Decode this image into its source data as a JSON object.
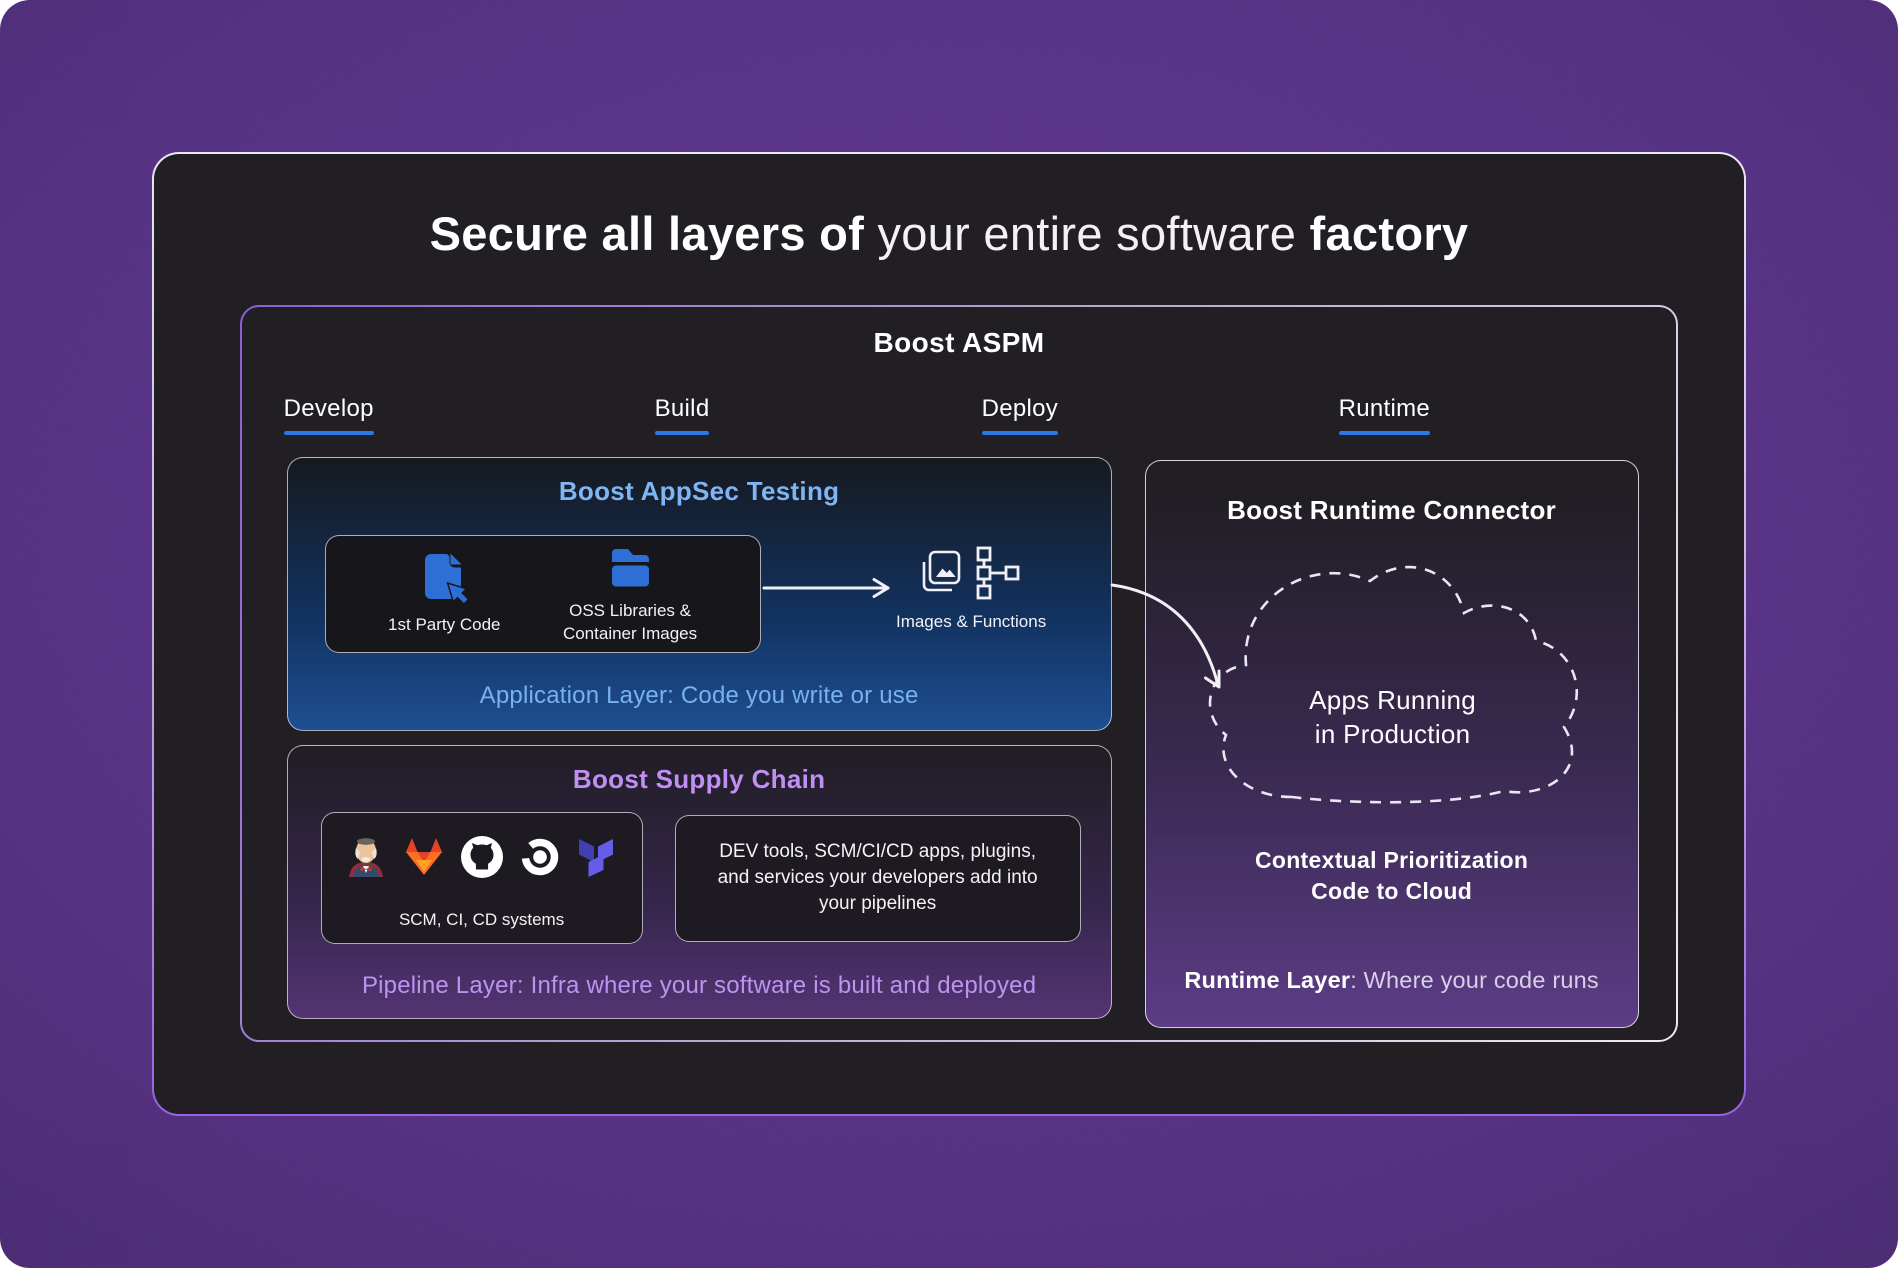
{
  "title": {
    "bold_1": "Secure all layers of ",
    "regular": "your entire software ",
    "bold_2": "factory"
  },
  "aspm": {
    "heading": "Boost ASPM",
    "stages": [
      {
        "label": "Develop"
      },
      {
        "label": "Build"
      },
      {
        "label": "Deploy"
      },
      {
        "label": "Runtime"
      }
    ]
  },
  "appsec": {
    "title": "Boost AppSec Testing",
    "first_party": {
      "label": "1st Party Code",
      "icon": "document-cursor-icon"
    },
    "oss": {
      "label_line1": "OSS Libraries &",
      "label_line2": "Container Images",
      "icon": "folder-icon"
    },
    "output": {
      "label": "Images & Functions",
      "icons": [
        "image-stack-icon",
        "flow-tree-icon"
      ]
    },
    "caption": "Application Layer: Code you write or use"
  },
  "supply": {
    "title": "Boost Supply Chain",
    "tools": {
      "label": "SCM, CI, CD systems",
      "icons": [
        "jenkins-icon",
        "gitlab-icon",
        "github-icon",
        "circleci-icon",
        "terraform-icon"
      ]
    },
    "description_line1": "DEV tools, SCM/CI/CD apps, plugins,",
    "description_line2": "and services your developers add into",
    "description_line3": "your pipelines",
    "caption": "Pipeline Layer: Infra where your software is built and deployed"
  },
  "runtime": {
    "title": "Boost Runtime Connector",
    "cloud": {
      "line1": "Apps Running",
      "line2": "in Production"
    },
    "subtitle_line1": "Contextual Prioritization",
    "subtitle_line2": "Code to Cloud",
    "caption_bold": "Runtime Layer",
    "caption_rest": ": Where your code runs"
  },
  "colors": {
    "background_purple": "#532e81",
    "slide_background": "#211f24",
    "accent_underline_blue": "#2b78e4",
    "icon_blue": "#2e6fd6",
    "appsec_title_blue": "#7fb5f5",
    "appsec_caption_blue": "#79b0f0",
    "appsec_gradient_bottom": "#1d4f92",
    "supply_title_purple": "#c08ff5",
    "supply_caption_purple": "#bd93f0",
    "supply_gradient_bottom": "#543473",
    "gitlab_orange": "#fc6d26",
    "gitlab_red": "#e24329",
    "terraform_violet": "#655ce8"
  }
}
